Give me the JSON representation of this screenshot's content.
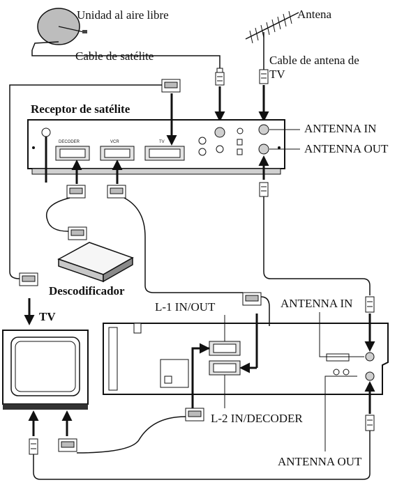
{
  "labels": {
    "outdoor_unit": "Unidad al aire libre",
    "satellite_cable": "Cable de satélite",
    "antenna": "Antena",
    "tv_antenna_cable": "Cable de antena de TV",
    "satellite_receiver": "Receptor de satélite",
    "receiver_antenna_in": "ANTENNA IN",
    "receiver_antenna_out": "ANTENNA OUT",
    "decoder": "Descodificador",
    "tv": "TV",
    "l1": "L-1 IN/OUT",
    "l2": "L-2 IN/DECODER",
    "vcr_antenna_in": "ANTENNA IN",
    "vcr_antenna_out": "ANTENNA OUT"
  },
  "receiver_ports": {
    "decoder": "DECODER",
    "vcr": "VCR",
    "tv": "TV"
  }
}
